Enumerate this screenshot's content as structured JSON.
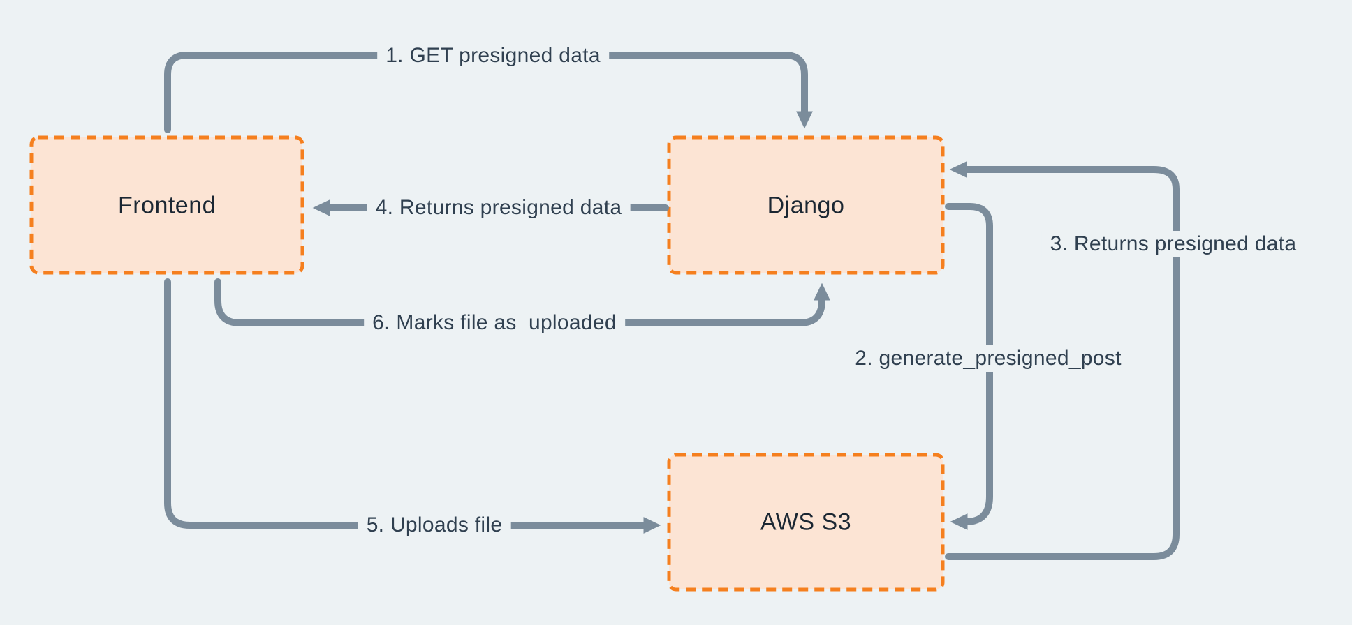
{
  "diagram": {
    "type": "flow-diagram",
    "description": "S3 presigned upload flow between Frontend, Django and AWS S3",
    "nodes": [
      {
        "id": "frontend",
        "label": "Frontend"
      },
      {
        "id": "django",
        "label": "Django"
      },
      {
        "id": "aws-s3",
        "label": "AWS S3"
      }
    ],
    "edges": [
      {
        "step": 1,
        "label": "1. GET presigned data",
        "from": "frontend",
        "to": "django"
      },
      {
        "step": 2,
        "label": "2. generate_presigned_post",
        "from": "django",
        "to": "aws-s3"
      },
      {
        "step": 3,
        "label": "3. Returns presigned data",
        "from": "aws-s3",
        "to": "django"
      },
      {
        "step": 4,
        "label": "4. Returns presigned data",
        "from": "django",
        "to": "frontend"
      },
      {
        "step": 5,
        "label": "5. Uploads file",
        "from": "frontend",
        "to": "aws-s3"
      },
      {
        "step": 6,
        "label": "6. Marks file as  uploaded",
        "from": "frontend",
        "to": "django"
      }
    ],
    "colors": {
      "background": "#edf2f4",
      "node_fill": "#fce4d4",
      "node_border": "#f57f1e",
      "arrow": "#7b8c9b",
      "edge_label_text": "#304050",
      "node_text": "#1b2733"
    }
  }
}
